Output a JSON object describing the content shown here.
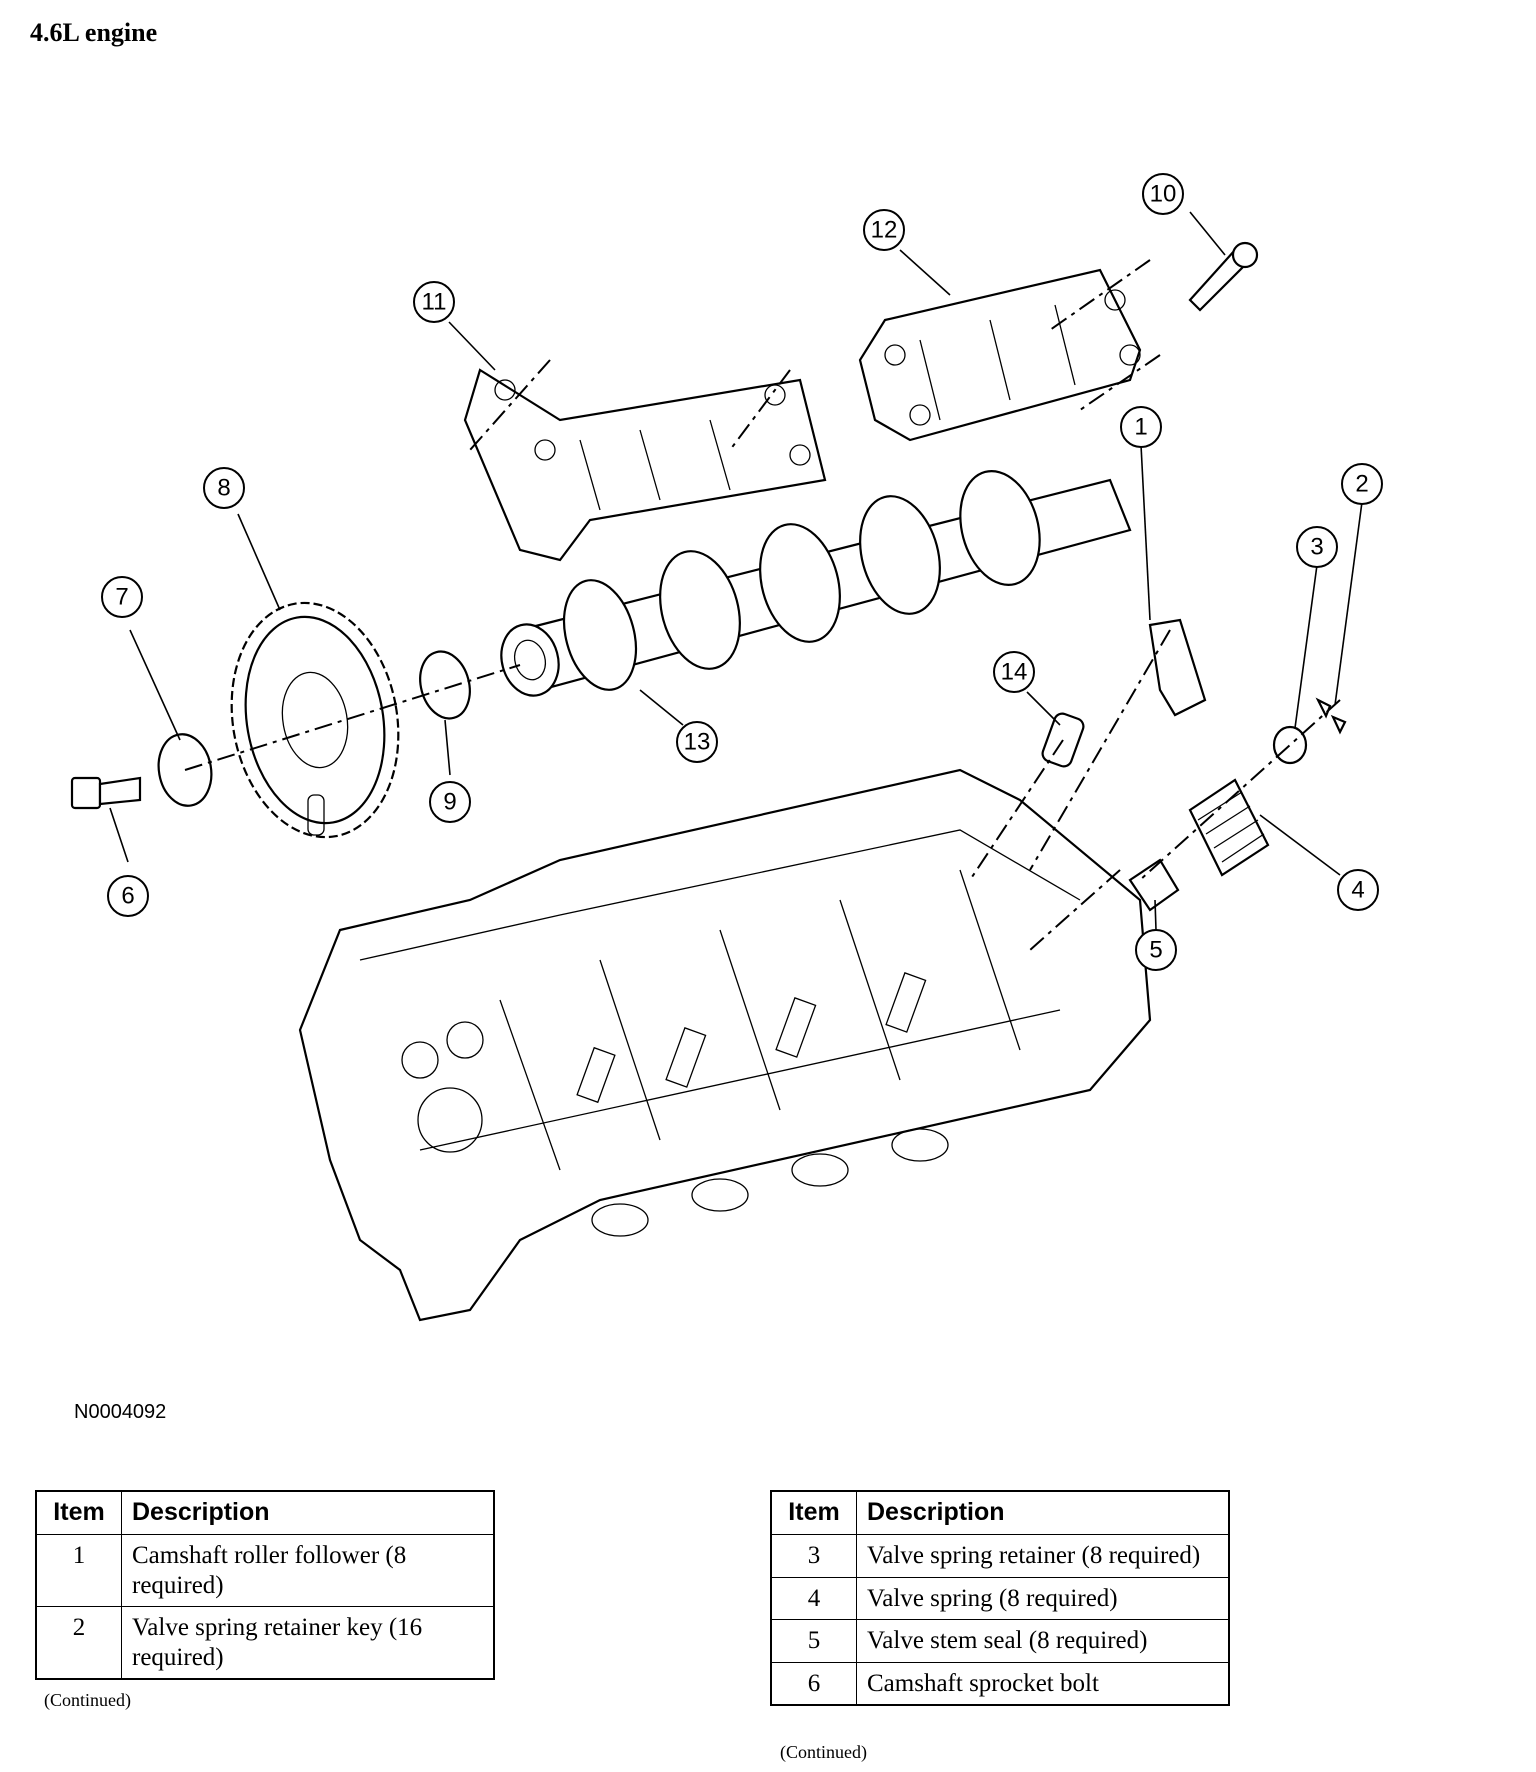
{
  "title": "4.6L engine",
  "figure_id": "N0004092",
  "callouts": [
    "1",
    "2",
    "3",
    "4",
    "5",
    "6",
    "7",
    "8",
    "9",
    "10",
    "11",
    "12",
    "13",
    "14"
  ],
  "table_left": {
    "header_item": "Item",
    "header_description": "Description",
    "rows": [
      {
        "item": "1",
        "description": "Camshaft roller follower (8 required)"
      },
      {
        "item": "2",
        "description": "Valve spring retainer key (16 required)"
      }
    ],
    "continued": "(Continued)"
  },
  "table_right": {
    "header_item": "Item",
    "header_description": "Description",
    "rows": [
      {
        "item": "3",
        "description": "Valve spring retainer (8 required)"
      },
      {
        "item": "4",
        "description": "Valve spring (8 required)"
      },
      {
        "item": "5",
        "description": "Valve stem seal (8 required)"
      },
      {
        "item": "6",
        "description": "Camshaft sprocket bolt"
      }
    ],
    "continued": "(Continued)"
  }
}
